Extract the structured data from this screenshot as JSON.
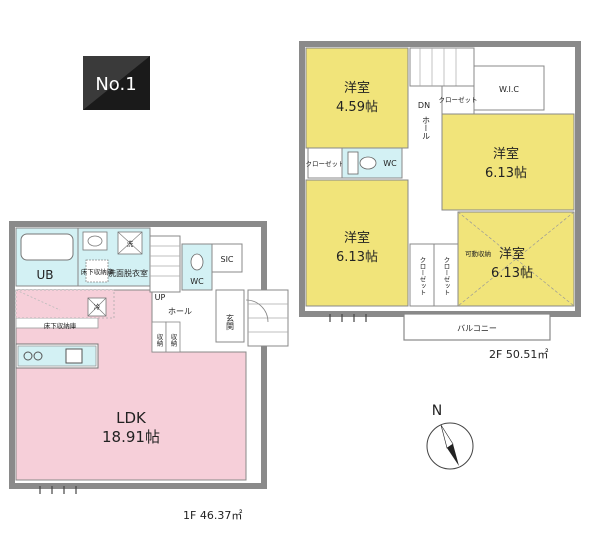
{
  "badge": {
    "label": "No.1"
  },
  "floor1": {
    "caption": "1F 46.37㎡",
    "rooms": {
      "ldk_name": "LDK",
      "ldk_size": "18.91帖",
      "ub": "UB",
      "washroom": "洗面脱衣室",
      "underfloor_storage_1": "床下収納庫",
      "underfloor_storage_2": "床下収納庫",
      "wash_mark": "洗",
      "refrigerator_mark": "冷",
      "wc": "WC",
      "sic": "SIC",
      "hall": "ホール",
      "up": "UP",
      "entrance": "玄関",
      "storage_a": "収納",
      "storage_b": "収納"
    }
  },
  "floor2": {
    "caption": "2F 50.51㎡",
    "rooms": {
      "bedroom_label": "洋室",
      "bedroom1_size": "4.59帖",
      "bedroom2_size": "6.13帖",
      "bedroom3_size": "6.13帖",
      "bedroom4_size": "6.13帖",
      "wic": "W.I.C",
      "closet": "クローゼット",
      "dn": "DN",
      "hall": "ホール",
      "wc": "WC",
      "balcony": "バルコニー",
      "movable_storage": "可動収納"
    }
  },
  "compass": {
    "label": "N"
  },
  "colors": {
    "ldk": "#f6cfd9",
    "bedroom": "#f1e47a",
    "wet": "#d3f1f4",
    "wall": "#8a8a8a",
    "badge_bg": "#3a3a3a"
  }
}
